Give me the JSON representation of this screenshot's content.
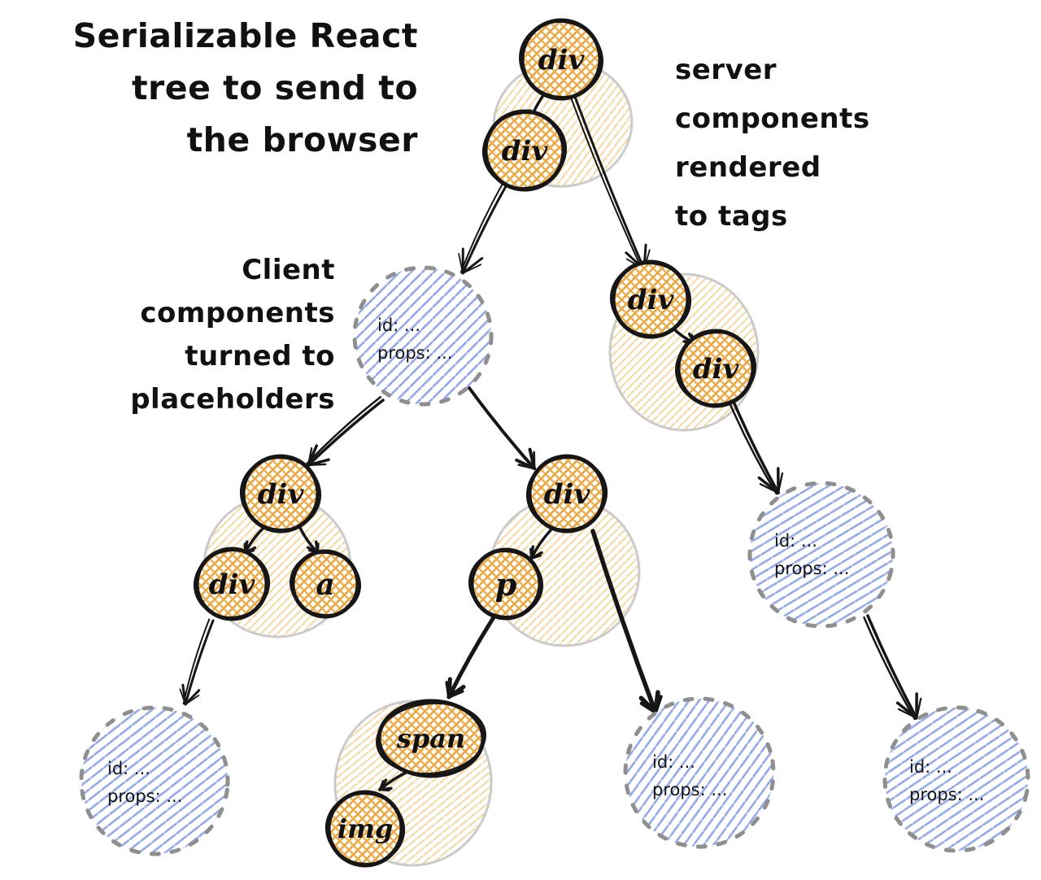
{
  "figure": {
    "title_lines": [
      "Serializable React",
      "tree to send to",
      "the browser"
    ],
    "server_note_lines": [
      "server",
      "components",
      "rendered",
      "to tags"
    ],
    "client_note_lines": [
      "Client",
      "components",
      "turned to",
      "placeholders"
    ]
  },
  "tree": {
    "nodes": [
      {
        "id": "root-div",
        "label": "div"
      },
      {
        "id": "server-child-div",
        "label": "div"
      },
      {
        "id": "right-upper-div",
        "label": "div"
      },
      {
        "id": "right-lower-div",
        "label": "div"
      },
      {
        "id": "left-div",
        "label": "div"
      },
      {
        "id": "left-child-div",
        "label": "div"
      },
      {
        "id": "anchor",
        "label": "a"
      },
      {
        "id": "middle-div",
        "label": "div"
      },
      {
        "id": "paragraph",
        "label": "p"
      },
      {
        "id": "span",
        "label": "span"
      },
      {
        "id": "image",
        "label": "img"
      }
    ],
    "placeholder": {
      "id_line": "id: ...",
      "props_line": "props: ..."
    }
  },
  "colors": {
    "ink": "#161616",
    "node_hatch_orange": "#eaa742",
    "group_hatch_pale_orange": "#f4d9a4",
    "group_outline_gray": "#cbcbcb",
    "placeholder_hatch_blue": "#93a9e8",
    "placeholder_hatch_light_blue": "#ccd6f6",
    "placeholder_border_gray": "#8f8f8f",
    "background": "#ffffff"
  }
}
